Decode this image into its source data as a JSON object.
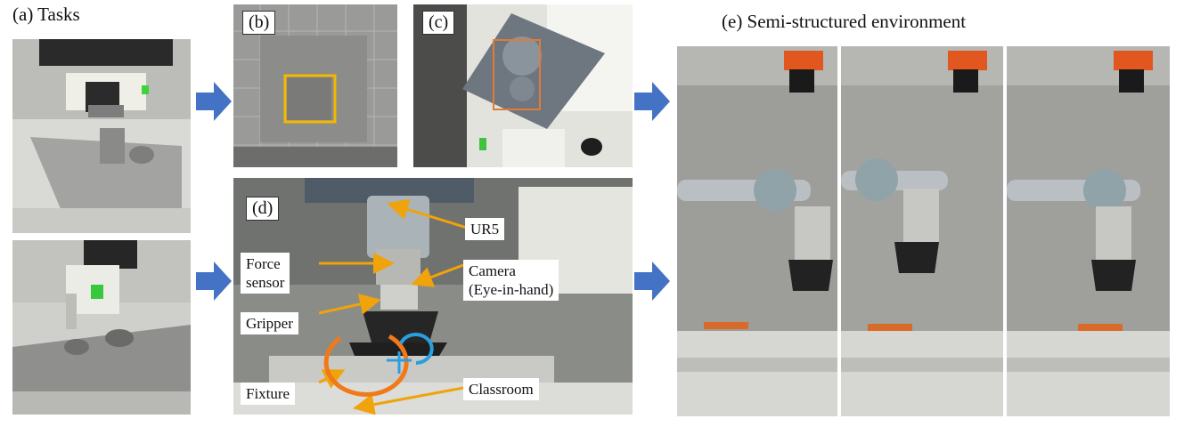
{
  "captions": {
    "a": "(a) Tasks",
    "e": "(e) Semi-structured environment"
  },
  "panel_tags": {
    "b": "(b)",
    "c": "(c)",
    "d": "(d)"
  },
  "annotations": {
    "ur5": "UR5",
    "force_sensor_1": "Force",
    "force_sensor_2": "sensor",
    "camera_1": "Camera",
    "camera_2": "(Eye-in-hand)",
    "gripper": "Gripper",
    "fixture": "Fixture",
    "classroom": "Classroom"
  },
  "colors": {
    "arrow_blue": "#4472c4",
    "highlight_yellow": "#f5b800",
    "highlight_orange": "#e07b39",
    "pointer_orange": "#f0a30a",
    "rotation_orange": "#f07a1a",
    "rotation_blue": "#2a9fe0"
  }
}
